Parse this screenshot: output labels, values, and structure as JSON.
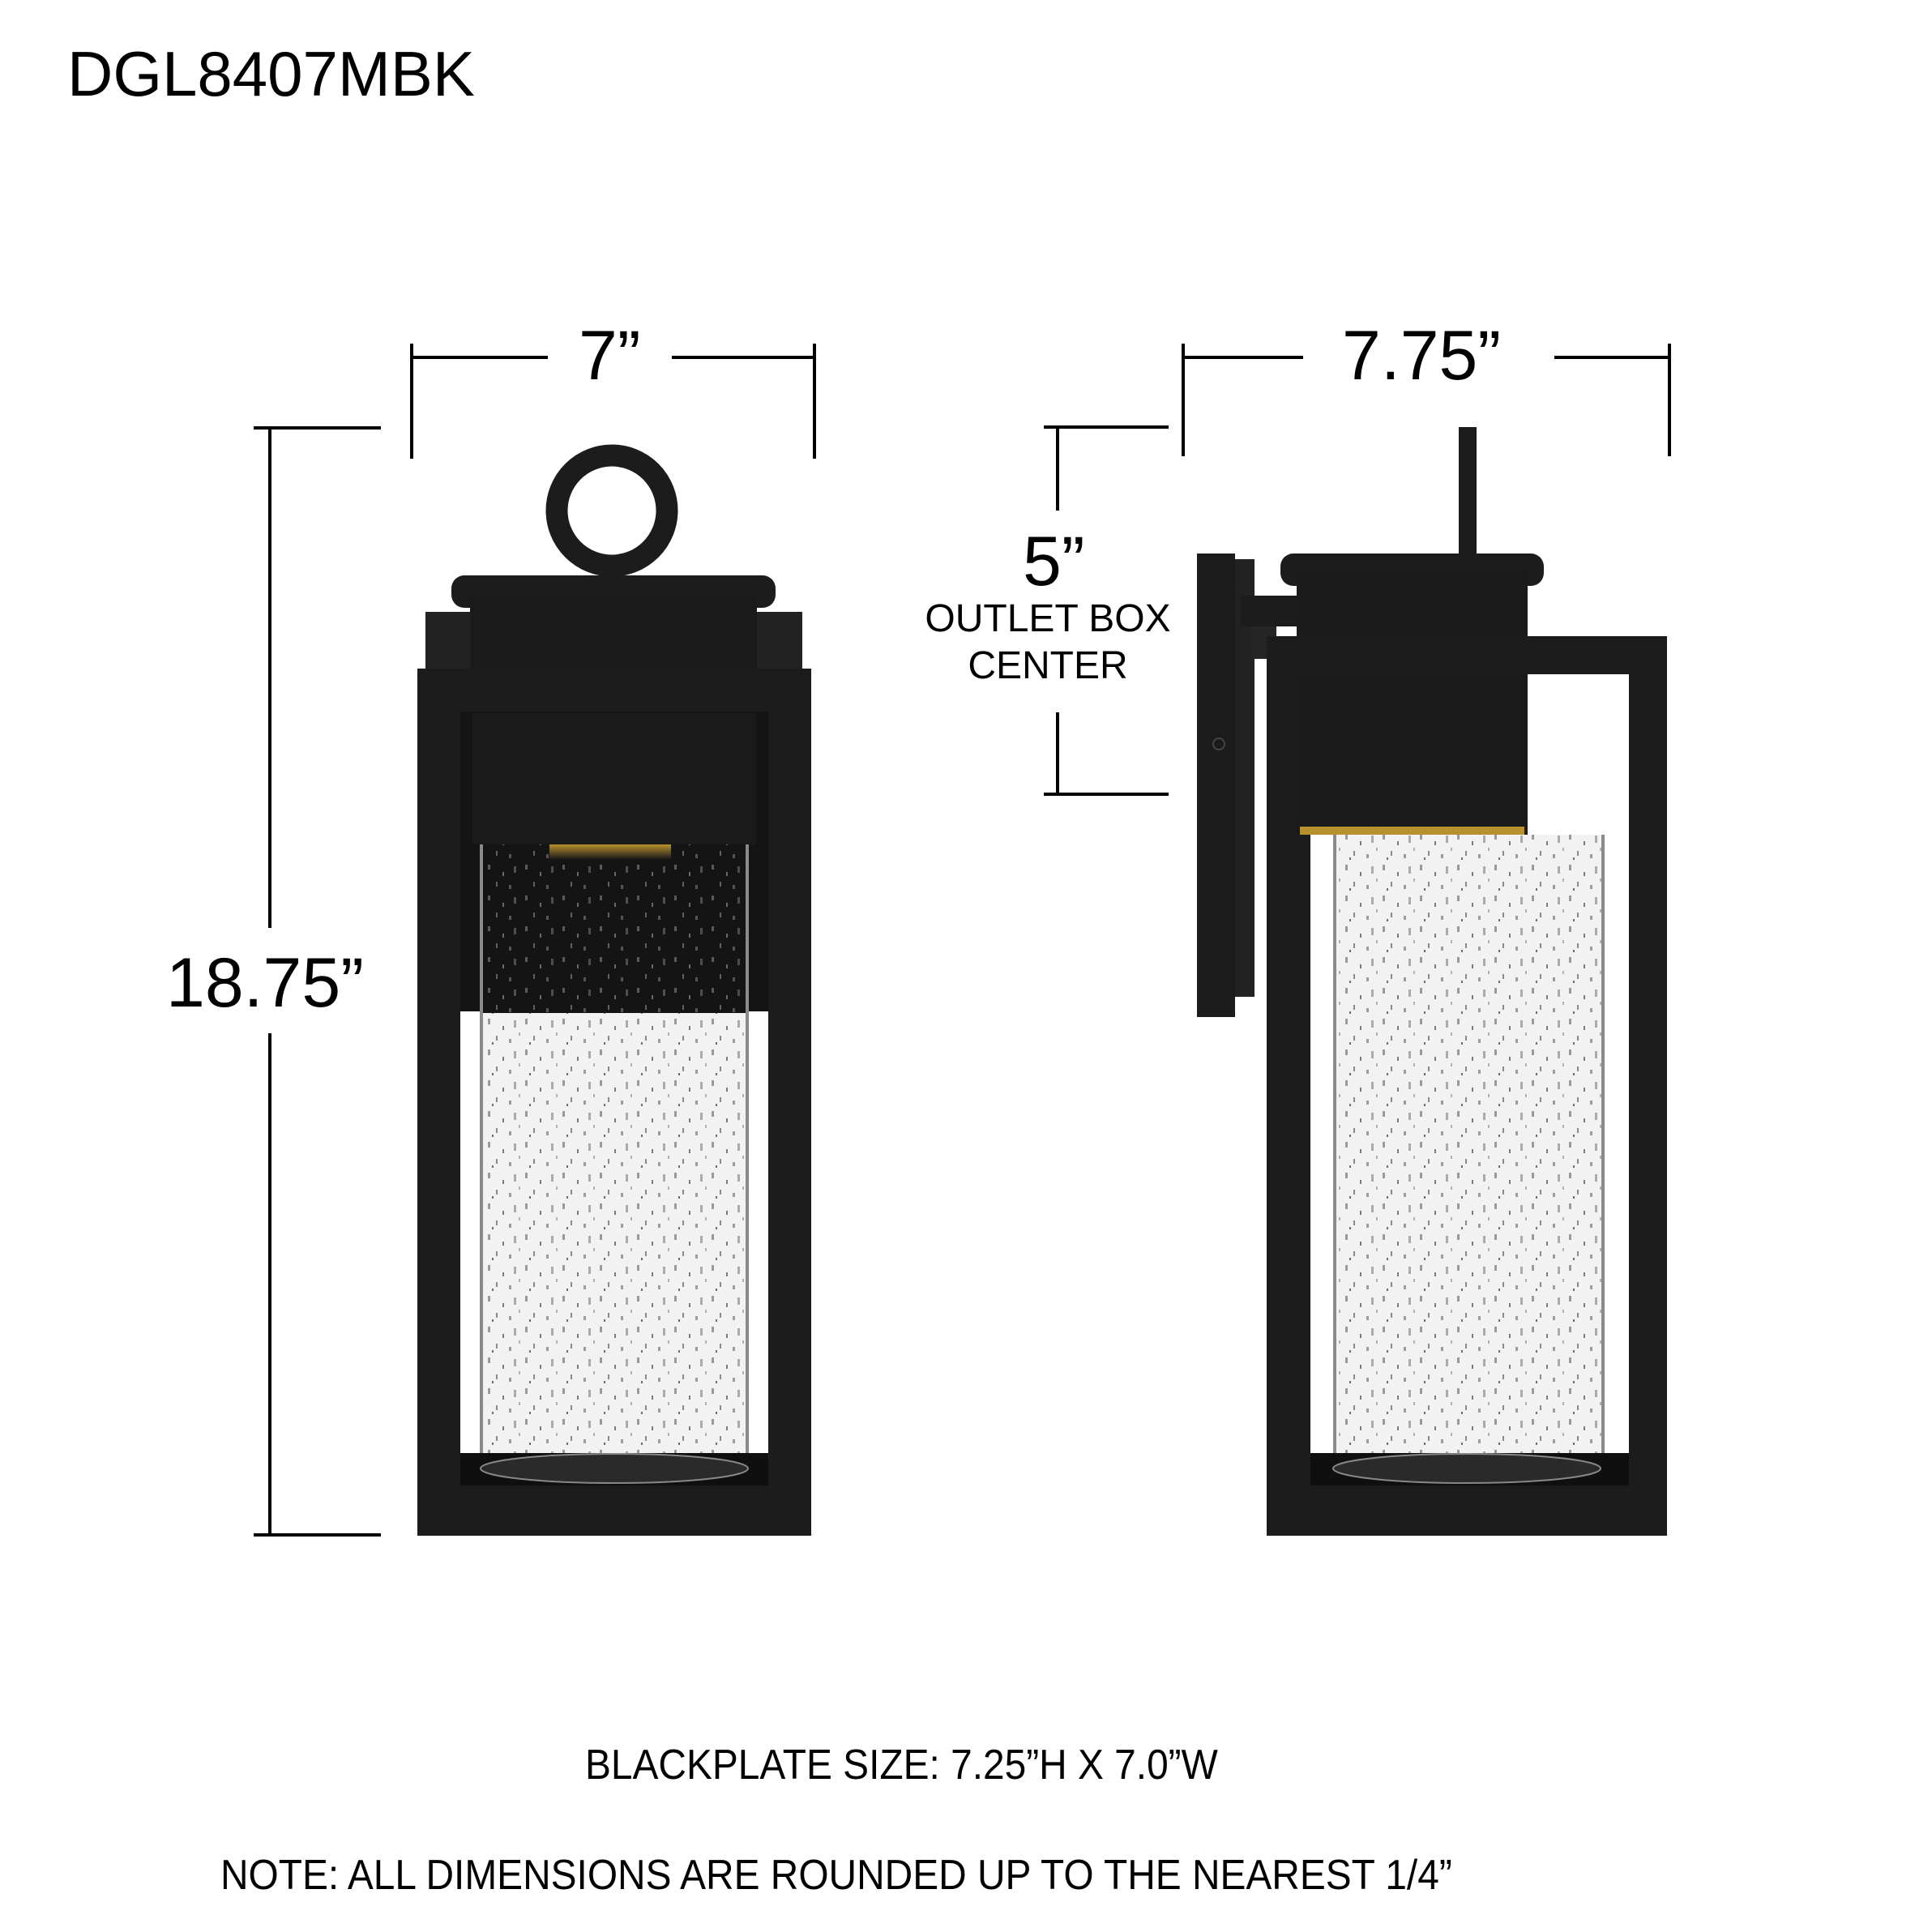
{
  "model_number": "DGL8407MBK",
  "front_view": {
    "width_label": "7”",
    "height_label": "18.75”"
  },
  "side_view": {
    "depth_label": "7.75”",
    "outlet_label": "5”",
    "outlet_caption_line1": "OUTLET BOX",
    "outlet_caption_line2": "CENTER"
  },
  "notes": {
    "backplate": "BLACKPLATE SIZE: 7.25”H X 7.0”W",
    "rounding": "NOTE: ALL DIMENSIONS ARE ROUNDED UP TO THE NEAREST 1/4”"
  },
  "colors": {
    "fixture": "#1c1c1c",
    "fixture_dark": "#111111",
    "glass": "#f2f2f2",
    "glass_dark": "#141414",
    "led_glow": "#b8902e",
    "dimension_line": "#000000",
    "background": "#ffffff"
  }
}
